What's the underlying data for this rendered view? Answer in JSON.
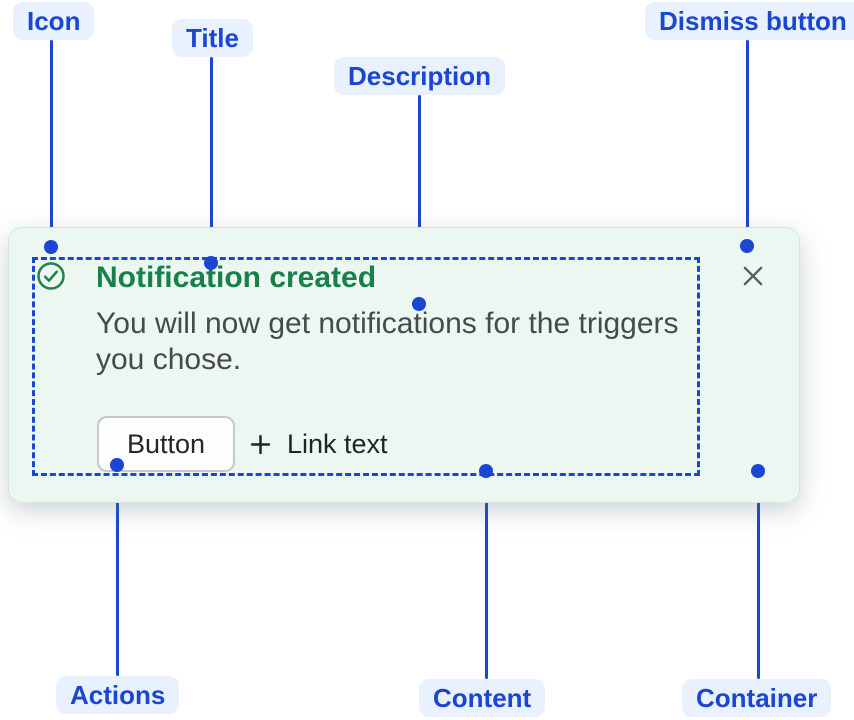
{
  "annotations": {
    "icon": "Icon",
    "title": "Title",
    "description": "Description",
    "dismiss": "Dismiss button",
    "actions": "Actions",
    "content": "Content",
    "container": "Container"
  },
  "flag": {
    "title": "Notification created",
    "description": "You will now get notifications for the triggers you chose.",
    "button_label": "Button",
    "link_label": "Link text"
  },
  "icons": {
    "status_icon": "check-circle-icon",
    "add_icon": "plus-icon",
    "dismiss_icon": "cross-icon"
  },
  "colors": {
    "annotation_blue": "#1A46D1",
    "annotation_pill_bg": "#E9F0FE",
    "success_green": "#18804A",
    "icon_green": "#1E8249",
    "card_bg": "#EDF7F1",
    "card_border": "#CFE8DB",
    "body_text": "#46494D",
    "dismiss_gray": "#595D63"
  }
}
